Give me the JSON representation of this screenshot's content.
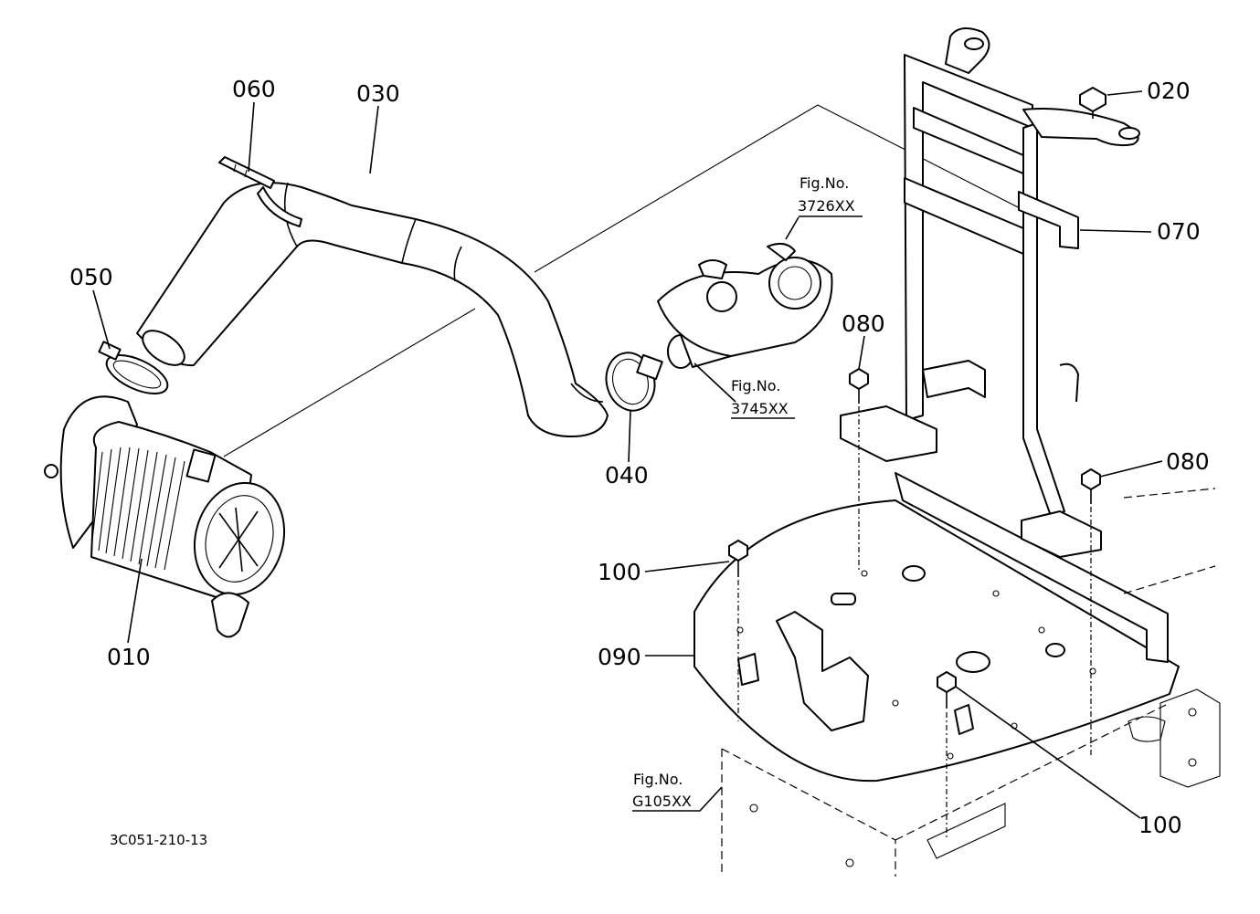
{
  "diagram": {
    "part_labels": {
      "p010": "010",
      "p020": "020",
      "p030": "030",
      "p040": "040",
      "p050": "050",
      "p060": "060",
      "p070": "070",
      "p080a": "080",
      "p080b": "080",
      "p090": "090",
      "p100a": "100",
      "p100b": "100"
    },
    "references": {
      "r3726": {
        "fig": "Fig.No.",
        "num": "3726XX"
      },
      "r3745": {
        "fig": "Fig.No.",
        "num": "3745XX"
      },
      "rG105": {
        "fig": "Fig.No.",
        "num": "G105XX"
      }
    },
    "drawing_code": "3C051-210-13"
  }
}
